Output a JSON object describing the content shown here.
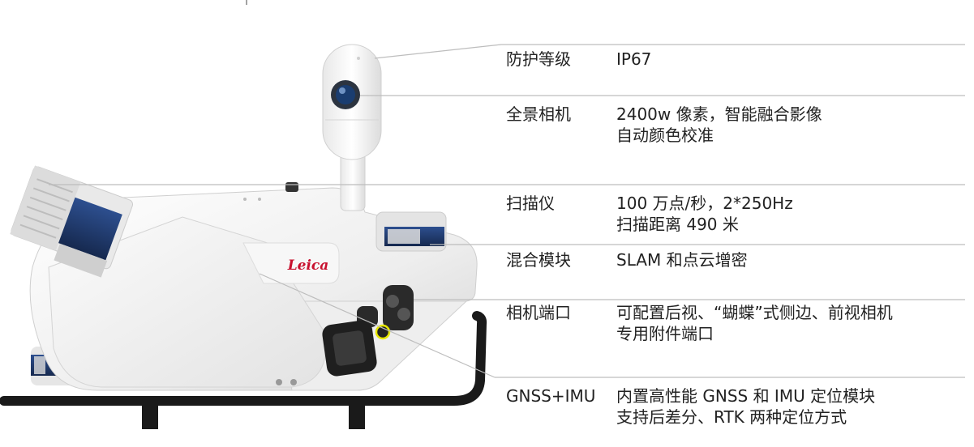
{
  "device": {
    "brand_logo": "Leica"
  },
  "specs": [
    {
      "label": "防护等级",
      "lines": [
        "IP67"
      ]
    },
    {
      "label": "全景相机",
      "lines": [
        "2400w  像素，智能融合影像",
        "自动颜色校准"
      ]
    },
    {
      "label": "扫描仪",
      "lines": [
        "100 万点/秒，2*250Hz",
        "扫描距离 490 米"
      ]
    },
    {
      "label": "混合模块",
      "lines": [
        "SLAM 和点云增密"
      ]
    },
    {
      "label": "相机端口",
      "lines": [
        "可配置后视、“蝴蝶”式侧边、前视相机",
        "专用附件端口"
      ]
    },
    {
      "label": "GNSS+IMU",
      "lines": [
        "内置高性能 GNSS 和 IMU 定位模块",
        "支持后差分、RTK 两种定位方式"
      ]
    }
  ],
  "colors": {
    "body_white": "#f2f2f2",
    "body_shadow": "#d9d9d9",
    "sensor_blue": "#1e3a6e",
    "frame_black": "#1a1a1a",
    "logo_red": "#c8102e",
    "port_yellow": "#e6e600",
    "leader_line": "#bdbdbd"
  }
}
